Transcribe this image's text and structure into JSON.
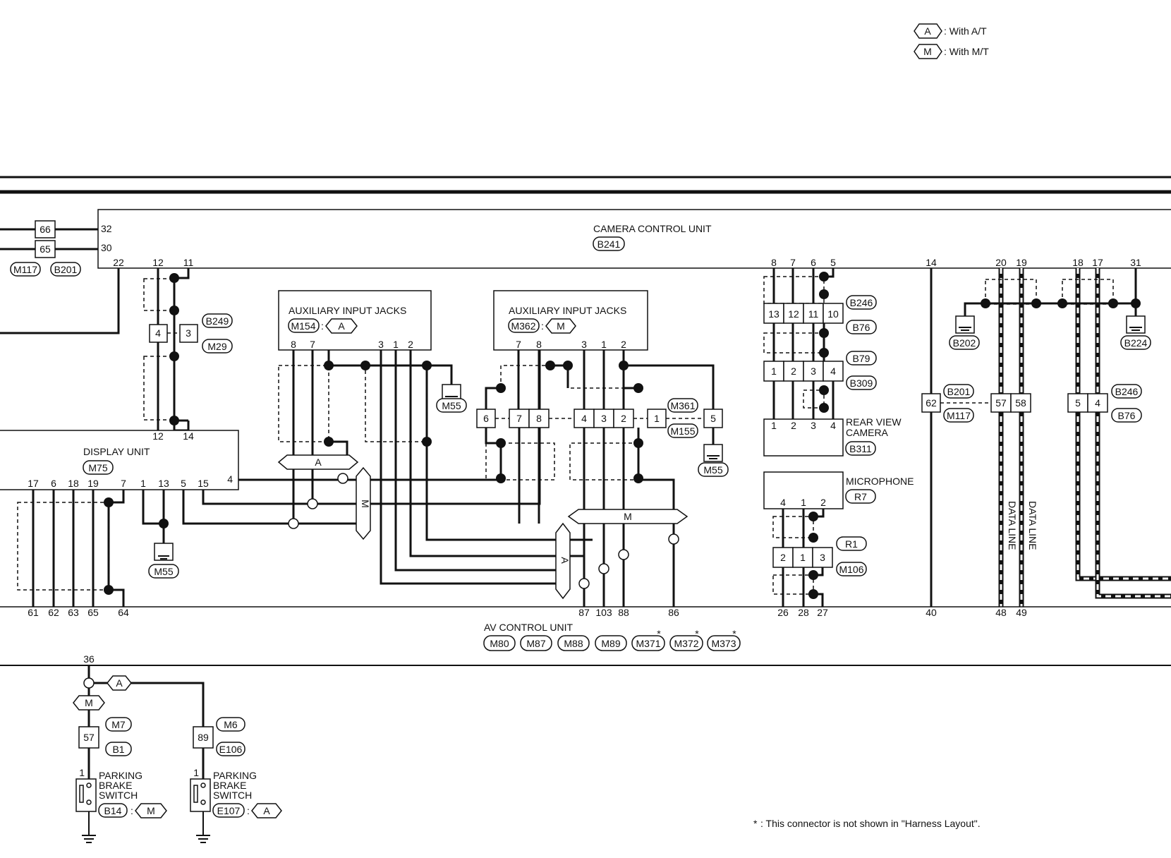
{
  "legend": {
    "a_tag": "A",
    "a_desc": ": With A/T",
    "m_tag": "M",
    "m_desc": ": With M/T"
  },
  "camera_unit": {
    "name": "CAMERA CONTROL UNIT",
    "connector": "B241",
    "pins": [
      "32",
      "30",
      "22",
      "12",
      "11",
      "8",
      "7",
      "6",
      "5",
      "14",
      "20",
      "19",
      "18",
      "17",
      "31"
    ]
  },
  "left_conn": {
    "pin_top": "66",
    "pin_bottom": "65",
    "c1": "M117",
    "c2": "B201"
  },
  "b249": {
    "pin_a": "4",
    "pin_b": "3",
    "c1": "B249",
    "c2": "M29"
  },
  "display": {
    "name": "DISPLAY UNIT",
    "connector": "M75",
    "top_pins": [
      "12",
      "14"
    ],
    "bottom_pins": [
      "17",
      "6",
      "18",
      "19",
      "7",
      "1",
      "13",
      "5",
      "15"
    ],
    "side_pin": "4"
  },
  "aux1": {
    "name": "AUXILIARY INPUT JACKS",
    "connector": "M154",
    "variant": "A",
    "pins": [
      "8",
      "7",
      "3",
      "1",
      "2"
    ]
  },
  "aux2": {
    "name": "AUXILIARY INPUT JACKS",
    "connector": "M362",
    "variant": "M",
    "pins": [
      "7",
      "8",
      "3",
      "1",
      "2"
    ]
  },
  "joint": {
    "pins": [
      "6",
      "7",
      "8",
      "4",
      "3",
      "2",
      "1",
      "5"
    ],
    "c1": "M361",
    "c2": "M155"
  },
  "grounds": [
    "M55",
    "M55",
    "M55",
    "B202",
    "B224"
  ],
  "b246": {
    "pins": [
      "13",
      "12",
      "11",
      "10"
    ],
    "c1": "B246",
    "c2": "B76"
  },
  "b309": {
    "pins": [
      "1",
      "2",
      "3",
      "4"
    ],
    "c1": "B79",
    "c2": "B309"
  },
  "rear_camera": {
    "line1": "REAR VIEW",
    "line2": "CAMERA",
    "connector": "B311",
    "pins": [
      "1",
      "2",
      "3",
      "4"
    ]
  },
  "microphone": {
    "name": "MICROPHONE",
    "connector": "R7",
    "pins": [
      "4",
      "1",
      "2"
    ]
  },
  "r1": {
    "pins": [
      "2",
      "1",
      "3"
    ],
    "c1": "R1",
    "c2": "M106"
  },
  "j62": {
    "pin": "62",
    "c1": "B201",
    "c2": "M117"
  },
  "j5758": {
    "pin_a": "57",
    "pin_b": "58"
  },
  "j54": {
    "pin_a": "5",
    "pin_b": "4",
    "c1": "B246",
    "c2": "B76"
  },
  "data_line": "DATA LINE",
  "av_unit": {
    "name": "AV CONTROL UNIT",
    "pins": [
      "61",
      "62",
      "63",
      "65",
      "64",
      "87",
      "103",
      "88",
      "86",
      "26",
      "28",
      "27",
      "40",
      "48",
      "49"
    ],
    "connectors": [
      "M80",
      "M87",
      "M88",
      "M89",
      "M371",
      "M372",
      "M373"
    ],
    "asterisk": "*"
  },
  "switch_section": {
    "pin_36": "36",
    "tag_a": "A",
    "tag_m": "M",
    "left": {
      "pin": "57",
      "c1": "M7",
      "c2": "B1",
      "switch_pin": "1",
      "name": [
        "PARKING",
        "BRAKE",
        "SWITCH"
      ],
      "connector": "B14",
      "variant": "M"
    },
    "right": {
      "pin": "89",
      "c1": "M6",
      "c2": "E106",
      "switch_pin": "1",
      "name": [
        "PARKING",
        "BRAKE",
        "SWITCH"
      ],
      "connector": "E107",
      "variant": "A"
    }
  },
  "footnote": {
    "star": "*",
    "text": ": This connector is not shown in \"Harness Layout\"."
  }
}
